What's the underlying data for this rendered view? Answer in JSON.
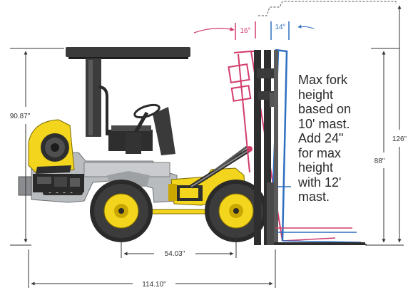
{
  "dimensions": {
    "overall_height": "90.87\"",
    "wheelbase": "54.03\"",
    "overall_length": "114.10\"",
    "standard_lift": "88\"",
    "max_lift": "126\""
  },
  "tilt": {
    "forward": "16°",
    "back": "14°"
  },
  "note_lines": [
    "Max fork",
    "height",
    "based on",
    "10' mast.",
    "Add 24\"",
    "for max",
    "height",
    "with 12'",
    "mast."
  ],
  "colors": {
    "body_yellow": "#f2d51c",
    "frame_gray": "#b9bcbf",
    "dark": "#2a2a2a",
    "forward_tilt": "#d23c6a",
    "back_tilt": "#2f6fc0",
    "dimension_line": "#333333"
  }
}
